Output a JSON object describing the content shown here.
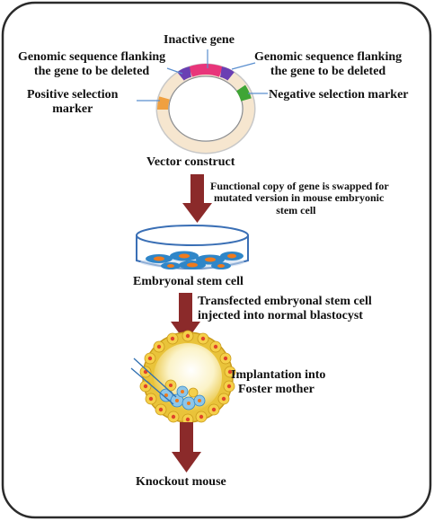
{
  "labels": {
    "inactive_gene": "Inactive gene",
    "flank_left": [
      "Genomic sequence flanking",
      "the gene to be deleted"
    ],
    "flank_right": [
      "Genomic sequence flanking",
      "the gene to be deleted"
    ],
    "positive_marker": [
      "Positive selection",
      "marker"
    ],
    "negative_marker": "Negative selection marker",
    "vector_construct": "Vector construct",
    "swap_note": [
      "Functional  copy of gene is swapped for",
      "mutated version in mouse embryonic",
      "stem cell"
    ],
    "es_cell": "Embryonal stem cell",
    "transfect_note": [
      "Transfected embryonal stem cell",
      "injected into normal blastocyst"
    ],
    "implantation": [
      "Implantation into",
      "Foster  mother"
    ],
    "knockout": "Knockout mouse"
  },
  "colors": {
    "frame": "#2b2b2b",
    "arrow": "#8b2a2a",
    "ring": "#f6e6cf",
    "gene": "#e8357a",
    "flank": "#6a3fb3",
    "negative": "#3fa535",
    "positive": "#f0a040",
    "dish": "#3a6fb5",
    "cell_blue": "#2f86c8",
    "nucleus": "#f07a1c",
    "blasto": "#e9c33a"
  }
}
